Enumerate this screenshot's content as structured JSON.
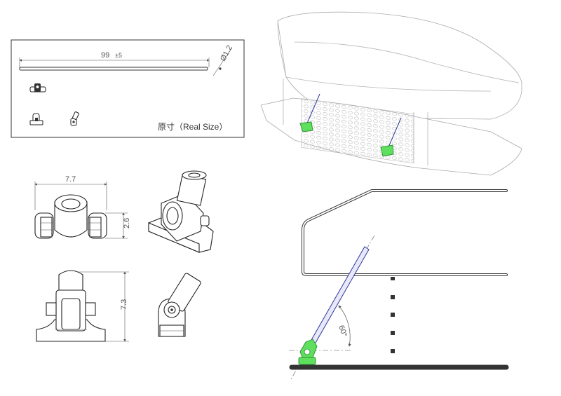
{
  "real_size_panel": {
    "rod_length": "99",
    "rod_tolerance": "±5",
    "rod_diameter": "Ø1.2",
    "caption": "原寸（Real  Size）"
  },
  "front_view": {
    "width": "7.7",
    "height": "2.6"
  },
  "side_view": {
    "height": "7.3"
  },
  "install_view": {
    "angle": "60°"
  }
}
